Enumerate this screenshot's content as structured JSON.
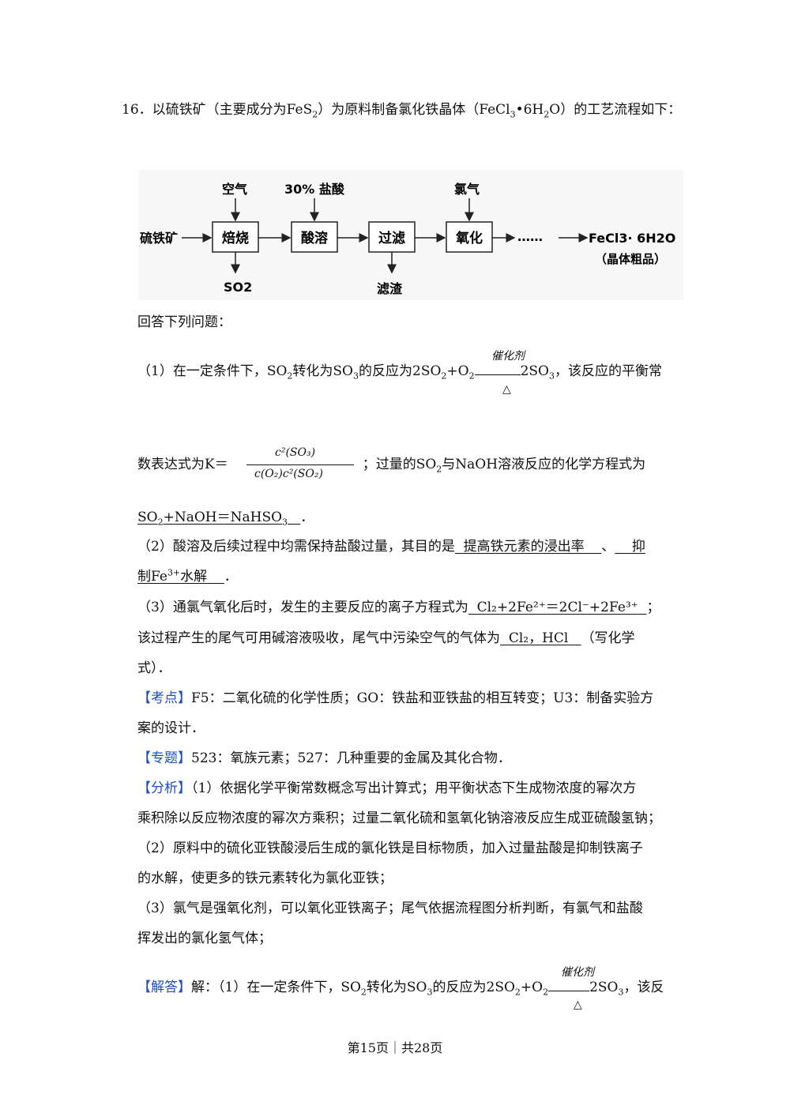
{
  "q16": {
    "num": "16．",
    "text_a": "以硫铁矿（主要成分为FeS",
    "s1": "2",
    "text_b": "）为原料制备氯化铁晶体（FeCl",
    "s2": "3",
    "text_c": "•6H",
    "s3": "2",
    "text_d": "O）的工艺流程如下："
  },
  "flow": {
    "input_left": "硫铁矿",
    "top_inputs": [
      "空气",
      "30% 盐酸",
      "氯气"
    ],
    "steps": [
      "焙烧",
      "酸溶",
      "过滤",
      "氧化"
    ],
    "bottom_outputs": [
      "SO2",
      "滤渣"
    ],
    "dots": "……",
    "product": "FeCl3· 6H2O",
    "product_note": "（晶体粗品）"
  },
  "answer_intro": "回答下列问题：",
  "p1": {
    "a": "（1）在一定条件下，SO",
    "b": "转化为SO",
    "c": "的反应为2SO",
    "d": "+O",
    "e": "2SO",
    "f": "，该反应的平衡常",
    "catalyst": "催化剂",
    "heat": "△",
    "two": "2",
    "three": "3"
  },
  "p1b": {
    "a": "数表达式为K＝",
    "num": "c²(SO₃)",
    "den": "c(O₂)c²(SO₂)",
    "b": "；过量的SO",
    "c": "与NaOH溶液反应的化学方程式为"
  },
  "p1c": {
    "a": "SO",
    "b": "+NaOH＝NaHSO",
    "c": "．"
  },
  "p2": {
    "a": "（2）酸溶及后续过程中均需保持盐酸过量，其目的是",
    "ans1": "提高铁元素的浸出率",
    "sep": "、",
    "ans2a": "抑",
    "ans2b": "制Fe",
    "ans2sup": "3+",
    "ans2c": "水解",
    "end": "．"
  },
  "p3": {
    "a": "（3）通氯气氧化后时，发生的主要反应的离子方程式为",
    "eq": "Cl₂+2Fe²⁺＝2Cl⁻+2Fe³⁺",
    "end": "；",
    "b": "该过程产生的尾气可用碱溶液吸收，尾气中污染空气的气体为",
    "gas": "Cl₂，HCl",
    "c": "（写化学",
    "d": "式）．"
  },
  "kaodian": {
    "tag": "【考点】",
    "text": "F5：二氧化硫的化学性质；GO：铁盐和亚铁盐的相互转变；U3：制备实验方",
    "text2": "案的设计．"
  },
  "zhuanti": {
    "tag": "【专题】",
    "text": "523：氧族元素；527：几种重要的金属及其化合物．"
  },
  "fenxi": {
    "tag": "【分析】",
    "l1": "（1）依据化学平衡常数概念写出计算式；用平衡状态下生成物浓度的幂次方",
    "l2": "乘积除以反应物浓度的幂次方乘积；过量二氧化硫和氢氧化钠溶液反应生成亚硫酸氢钠；",
    "l3": "（2）原料中的硫化亚铁酸浸后生成的氯化铁是目标物质，加入过量盐酸是抑制铁离子",
    "l4": "的水解，使更多的铁元素转化为氯化亚铁；",
    "l5": "（3）氯气是强氧化剂，可以氧化亚铁离子；尾气依据流程图分析判断，有氯气和盐酸",
    "l6": "挥发出的氯化氢气体；"
  },
  "jieda": {
    "tag": "【解答】",
    "a": "解：（1）在一定条件下，SO",
    "b": "转化为SO",
    "c": "的反应为2SO",
    "d": "+O",
    "e": "2SO",
    "f": "，该反",
    "catalyst": "催化剂",
    "heat": "△"
  },
  "footer": "第15页｜共28页"
}
